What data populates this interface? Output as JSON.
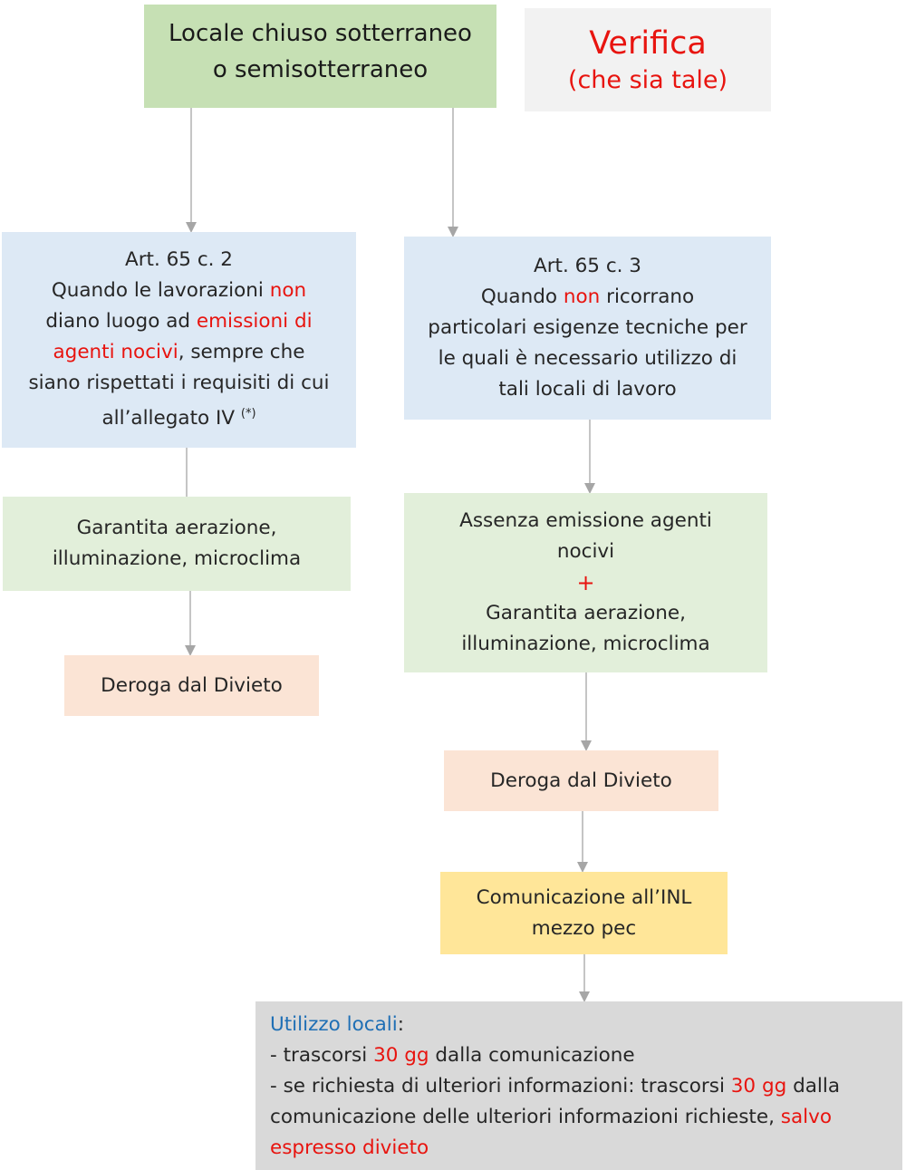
{
  "root_box": {
    "line1": "Locale chiuso sotterraneo",
    "line2": "o semisotterraneo"
  },
  "verify_box": {
    "title": "Verifica",
    "subtitle": "(che sia tale)"
  },
  "art65_c2": {
    "heading": "Art. 65 c. 2",
    "l2_a": "Quando le lavorazioni ",
    "l2_b": "non",
    "l3_a": "diano luogo ad ",
    "l3_b": "emissioni di",
    "l4_a": "agenti nocivi",
    "l4_b": ", sempre che",
    "l5": "siano rispettati i requisiti di cui",
    "l6": "all’allegato IV ",
    "footnote_mark": "(*)"
  },
  "art65_c3": {
    "heading": "Art. 65 c. 3",
    "l2_a": "Quando ",
    "l2_b": "non",
    "l2_c": " ricorrano",
    "l3": "particolari esigenze tecniche per",
    "l4": "le quali è necessario utilizzo di",
    "l5": "tali locali di lavoro"
  },
  "guarantee_left": {
    "l1": "Garantita aerazione,",
    "l2": "illuminazione, microclima"
  },
  "guarantee_right": {
    "l1": "Assenza emissione agenti",
    "l2": "nocivi",
    "plus": "+",
    "l3": "Garantita aerazione,",
    "l4": "illuminazione, microclima"
  },
  "deroga_left": {
    "label": "Deroga dal Divieto"
  },
  "deroga_right": {
    "label": "Deroga dal Divieto"
  },
  "inl_box": {
    "l1": "Comunicazione all’INL",
    "l2": "mezzo pec"
  },
  "usage_box": {
    "title": "Utilizzo locali",
    "colon": ":",
    "l2_a": "- trascorsi ",
    "l2_b": "30 gg",
    "l2_c": " dalla comunicazione",
    "l3_a": "- se richiesta di ulteriori informazioni: trascorsi ",
    "l3_b": "30 gg",
    "l3_c": " dalla",
    "l4_a": "comunicazione delle ulteriori informazioni richieste, ",
    "l4_b": "salvo",
    "l5": "espresso divieto"
  },
  "colors": {
    "accent_red": "#e8140f",
    "accent_blue": "#1f6fb5",
    "connector": "#a6a6a6"
  }
}
